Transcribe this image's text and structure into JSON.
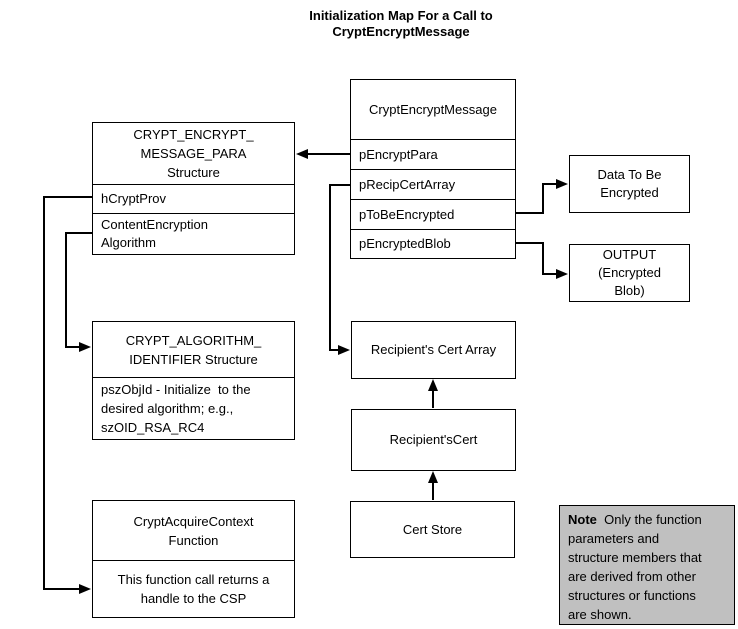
{
  "colors": {
    "line": "#000000",
    "note_bg": "#c0c0c0",
    "box_bg": "#ffffff"
  },
  "title": "Initialization Map For a Call to\nCryptEncryptMessage",
  "boxes": {
    "crypt_encrypt_message": {
      "header": "CryptEncryptMessage",
      "rows": [
        "pEncryptPara",
        "pRecipCertArray",
        "pToBeEncrypted",
        "pEncryptedBlob"
      ]
    },
    "message_para": {
      "header": "CRYPT_ENCRYPT_\nMESSAGE_PARA\nStructure",
      "rows": [
        "hCryptProv",
        "ContentEncryption\nAlgorithm"
      ]
    },
    "algorithm_identifier": {
      "header": "CRYPT_ALGORITHM_\nIDENTIFIER Structure",
      "body": "pszObjId - Initialize  to the\ndesired algorithm; e.g.,\nszOID_RSA_RC4"
    },
    "acquire_context": {
      "header": "CryptAcquireContext\nFunction",
      "body": "This function call returns a\nhandle to the CSP"
    },
    "recipients_cert_array": {
      "label": "Recipient's Cert Array"
    },
    "recipients_cert": {
      "label": "Recipient'sCert"
    },
    "cert_store": {
      "label": "Cert Store"
    },
    "data_to_be_encrypted": {
      "label": "Data To Be\nEncrypted"
    },
    "output_encrypted_blob": {
      "label": "OUTPUT\n(Encrypted\nBlob)"
    },
    "note": {
      "label": "Note",
      "text": "  Only the function\nparameters and\nstructure members that\nare derived from other\nstructures or functions\nare shown."
    }
  }
}
